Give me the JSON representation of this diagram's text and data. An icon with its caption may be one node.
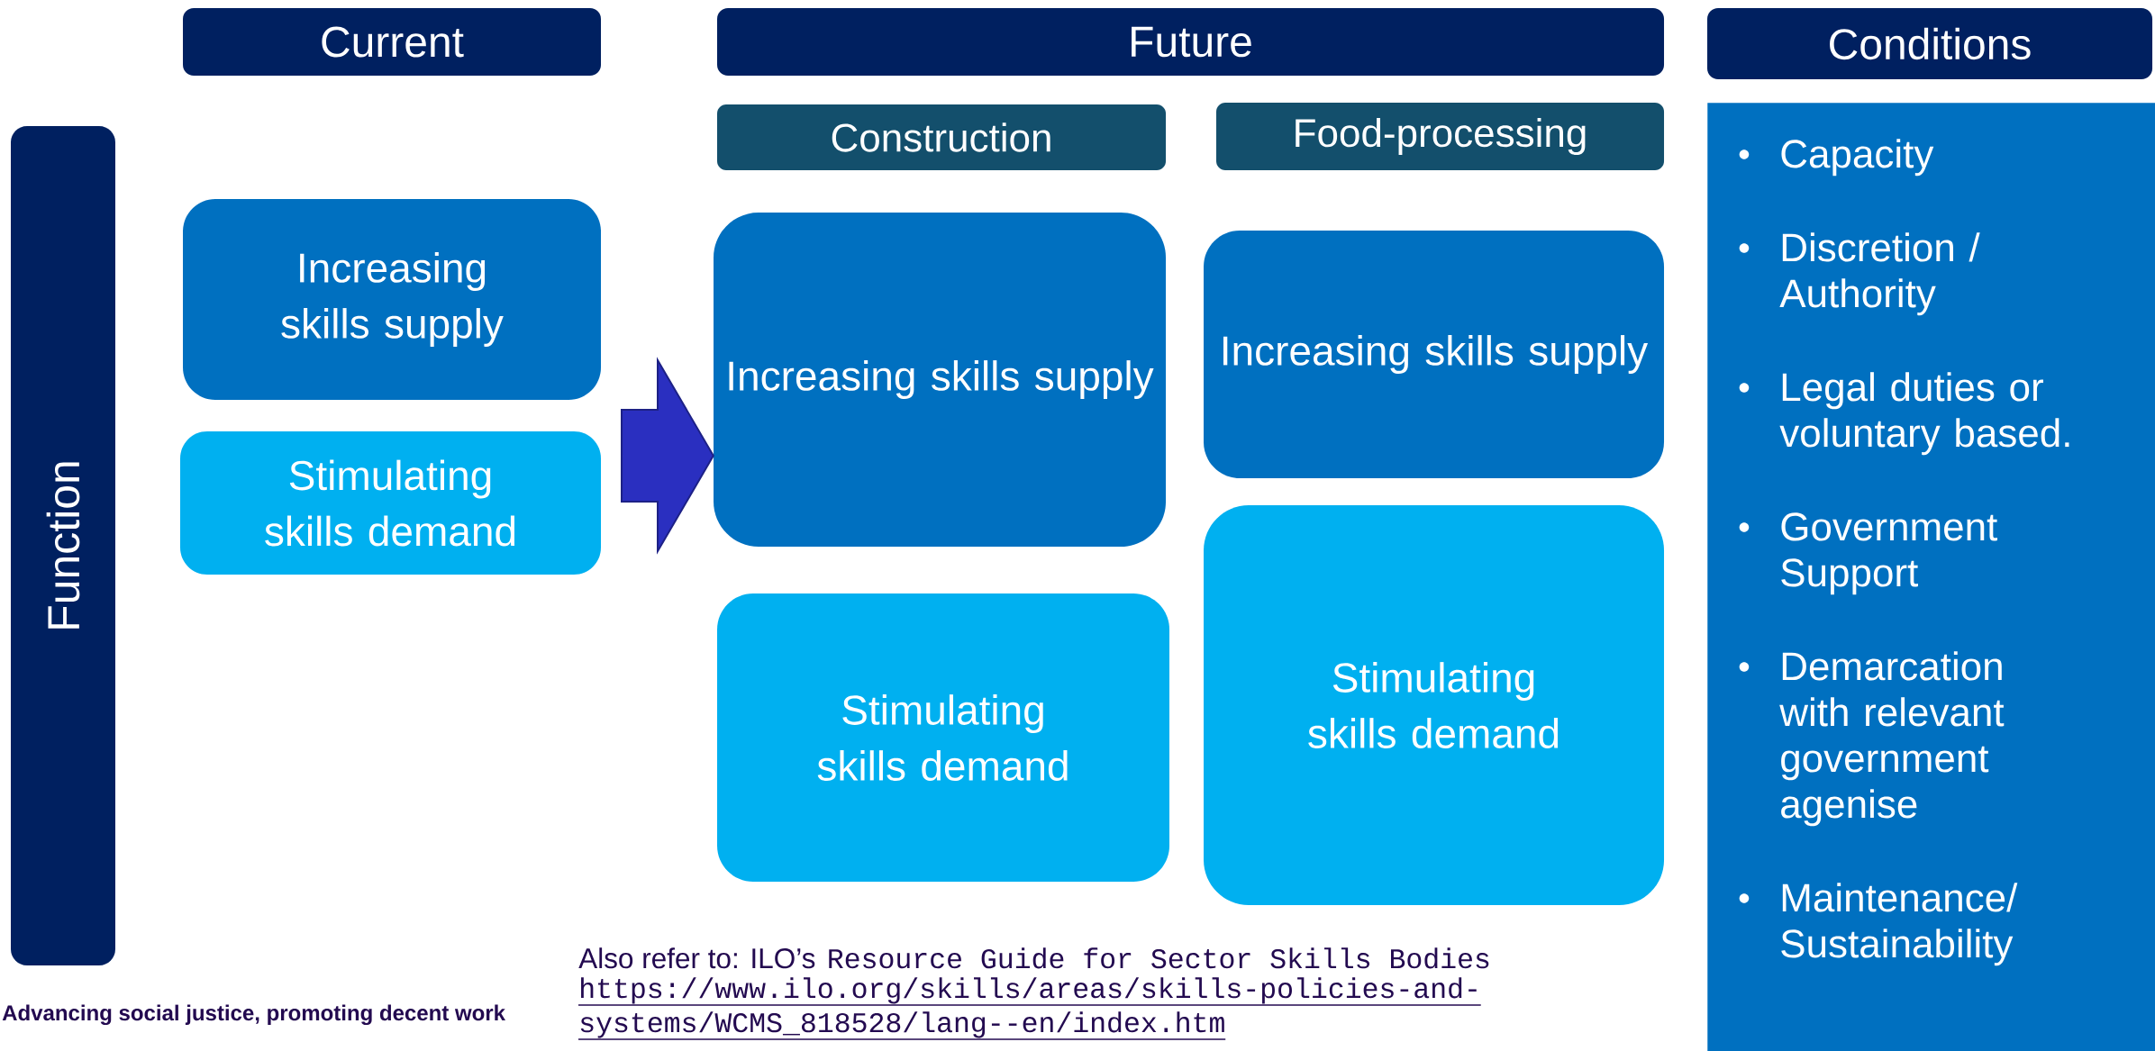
{
  "diagram": {
    "nodes": [
      {
        "text": [
          "Current"
        ]
      },
      {
        "text": [
          "Future"
        ]
      },
      {
        "text": [
          "Conditions"
        ]
      },
      {
        "text": [
          "Function"
        ]
      },
      {
        "text": [
          "Construction"
        ]
      },
      {
        "text": [
          "Food-processing"
        ]
      },
      {
        "text": [
          "Capacity",
          "Discretion / Authority",
          "Legal duties or voluntary based.",
          "Government Support",
          "Demarcation with relevant government agenise",
          "Maintenance/Sustainability"
        ]
      },
      {
        "text": [
          "Increasing skills supply"
        ]
      },
      {
        "text": [
          "Stimulating skills demand"
        ]
      },
      {
        "text": [
          "Increasing skills supply"
        ]
      },
      {
        "text": [
          "Increasing skills supply"
        ]
      },
      {
        "text": [
          "Stimulating skills demand"
        ]
      },
      {
        "text": [
          "Stimulating skills demand"
        ]
      }
    ],
    "edges": [
      {
        "from": null,
        "to": 9,
        "arrow": "to",
        "color": "#2a2fc0"
      }
    ],
    "labels": [
      "Also refer to: ILO’s",
      "Resource Guide for Sector Skills Bodies",
      "https://www.ilo.org/skills/areas/skills-policies-and-systems/WCMS_818528/lang--en/index.htm",
      "Advancing social justice, promoting decent work"
    ]
  }
}
